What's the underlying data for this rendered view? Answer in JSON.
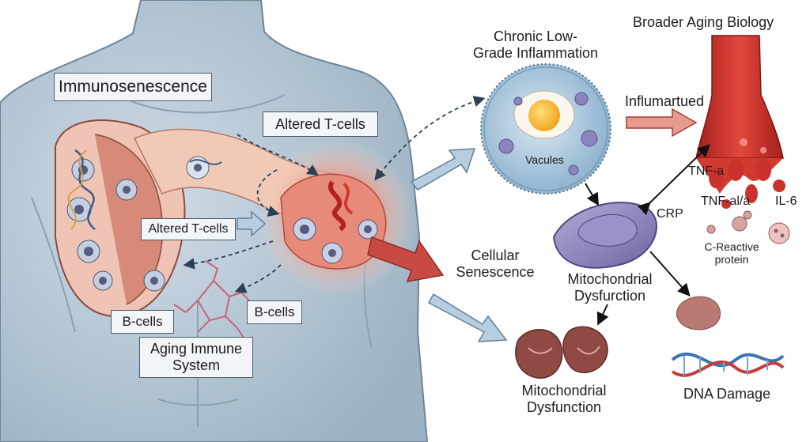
{
  "labels": {
    "immunosenescence": "Immunosenescence",
    "altered_t_cells_top": "Altered T-cells",
    "altered_t_cells_mid": "Altered T-cells",
    "b_cells_left": "B-cells",
    "b_cells_right": "B-cells",
    "aging_immune_system": [
      "Aging Immune",
      "System"
    ],
    "chronic_inflammation": [
      "Chronic Low-",
      "Grade Inflammation"
    ],
    "vacules": "Vacules",
    "broader_aging_biology": "Broader Aging Biology",
    "influmartued": "Influmartued",
    "tnf_a": "TNF-a",
    "tnf_al": "TNF-al/a",
    "il_6": "IL-6",
    "crp": "CRP",
    "c_reactive_protein": [
      "C-Reactive",
      "protein"
    ],
    "cellular_senescence": [
      "Cellular",
      "Senescence"
    ],
    "mito_dysfunction_center": [
      "Mitochondrial",
      "Dysfurction"
    ],
    "mito_dysfunction_bottom": [
      "Mitochondrial",
      "Dysfunction"
    ],
    "dna_damage": "DNA Damage"
  },
  "colors": {
    "skin": "#b9cad6",
    "skin_shadow": "#8fa5b6",
    "tissue": "#e8b4a2",
    "inflamed": "#d9534f",
    "cell_blue": "#a9c7e0",
    "purple": "#8a80b8",
    "arrow_blue": "#b7cee0",
    "arrow_red": "#c94a44",
    "blood": "#c9322c"
  },
  "icons": [
    "human-torso",
    "lymph-node",
    "dna-helix",
    "immune-cell",
    "blood-vessel",
    "cytokine-particle",
    "kidney-organelle"
  ]
}
